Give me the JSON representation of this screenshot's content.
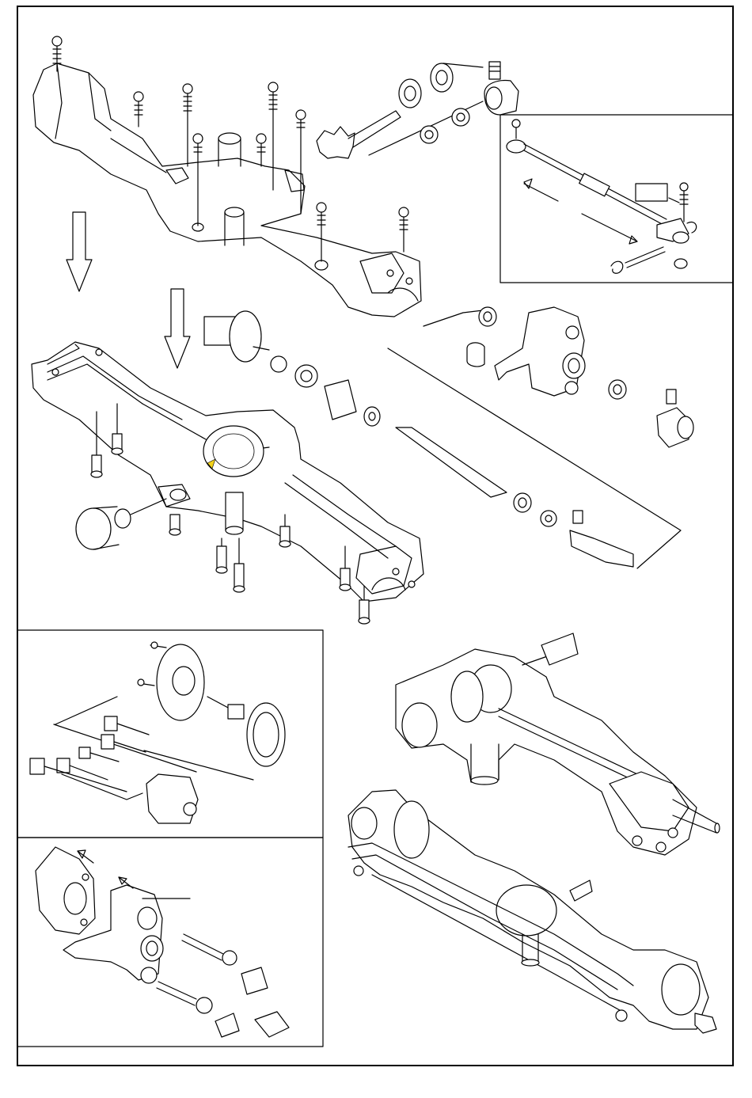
{
  "sheet": {
    "background": "#ffffff",
    "line_color": "#000000",
    "highlight_color": "#f2d21b"
  },
  "panels": [
    {
      "name": "steering-link-detail",
      "label_box_text": ""
    },
    {
      "name": "differential-detail"
    },
    {
      "name": "knuckle-detail"
    }
  ],
  "icons": [
    "screw-icon",
    "bearing-icon",
    "arrow-down-icon",
    "dimension-arrow-icon"
  ]
}
